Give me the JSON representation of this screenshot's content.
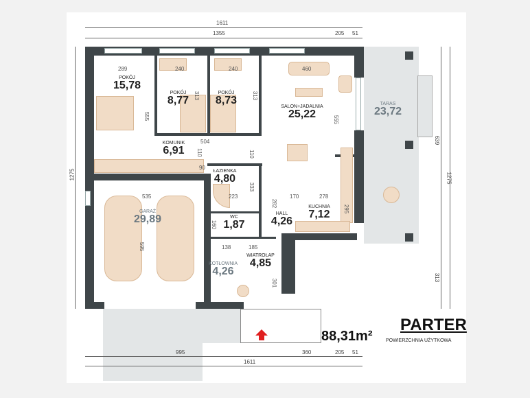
{
  "title": {
    "name": "PARTER",
    "area": "88,31m²",
    "subtitle": "POWIERZCHNIA UŻYTKOWA"
  },
  "rooms": [
    {
      "name": "POKÓJ",
      "area": "15,78"
    },
    {
      "name": "POKÓJ",
      "area": "8,77"
    },
    {
      "name": "POKÓJ",
      "area": "8,73"
    },
    {
      "name": "SALON+JADALNIA",
      "area": "25,22"
    },
    {
      "name": "TARAS",
      "area": "23,72"
    },
    {
      "name": "KOMUNIK",
      "area": "6,91"
    },
    {
      "name": "ŁAZIENKA",
      "area": "4,80"
    },
    {
      "name": "GARAŻ",
      "area": "29,89"
    },
    {
      "name": "KUCHNIA",
      "area": "7,12"
    },
    {
      "name": "HALL",
      "area": "4,26"
    },
    {
      "name": "WC",
      "area": "1,87"
    },
    {
      "name": "WIATROŁAP",
      "area": "4,85"
    },
    {
      "name": "KOTŁOWNIA",
      "area": "4,26"
    }
  ],
  "dimensions": {
    "top_total": "1611",
    "top_main": "1355",
    "top_205": "205",
    "top_51": "51",
    "bottom_995": "995",
    "bottom_360": "360",
    "bottom_205": "205",
    "bottom_51": "51",
    "bottom_total": "1611",
    "left_total": "1275",
    "right_639": "639",
    "right_313": "313",
    "right_total": "1275"
  },
  "inner_dims": [
    "289",
    "240",
    "240",
    "460",
    "555",
    "313",
    "313",
    "555",
    "504",
    "110",
    "110",
    "90",
    "535",
    "595",
    "223",
    "333",
    "170",
    "278",
    "282",
    "295",
    "160",
    "138",
    "185",
    "301"
  ],
  "colors": {
    "wall": "#3f4649",
    "furniture": "#f1dcc6",
    "terrace": "#e3e6e7",
    "arrow": "#e02020"
  }
}
